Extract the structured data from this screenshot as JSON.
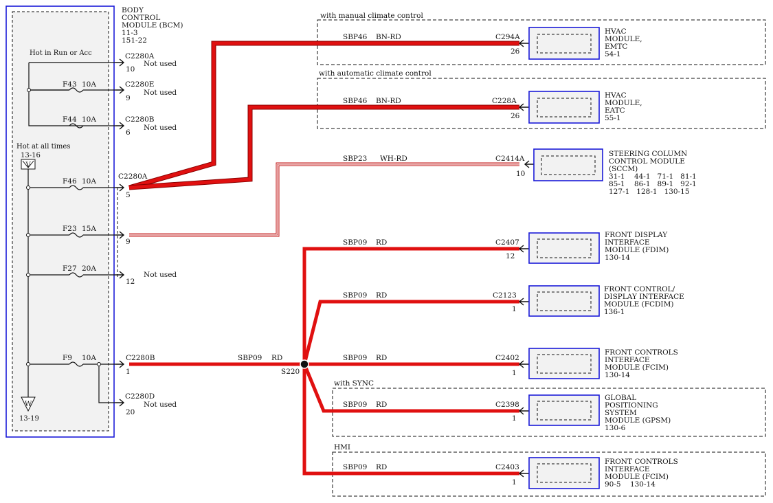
{
  "bcm": {
    "title_lines": [
      "BODY",
      "CONTROL",
      "MODULE (BCM)",
      "11-3",
      "151-22"
    ],
    "hot_run_acc": "Hot in Run or Acc",
    "hot_all_times": "Hot at all times",
    "top_ground_ref": "13-16",
    "top_ground_letter": "V",
    "bottom_ground_ref": "13-19",
    "bottom_ground_letter": "W"
  },
  "fuses": [
    {
      "name": "F43",
      "rating": "10A"
    },
    {
      "name": "F44",
      "rating": "10A"
    },
    {
      "name": "F46",
      "rating": "10A"
    },
    {
      "name": "F23",
      "rating": "15A"
    },
    {
      "name": "F27",
      "rating": "20A"
    },
    {
      "name": "F9",
      "rating": "10A"
    }
  ],
  "bcm_pins": [
    {
      "connector": "C2280A",
      "pin": "10",
      "note": "Not used"
    },
    {
      "connector": "C2280E",
      "pin": "9",
      "note": "Not used"
    },
    {
      "connector": "C2280B",
      "pin": "6",
      "note": "Not used"
    },
    {
      "connector": "C2280A",
      "pin": "5",
      "note": ""
    },
    {
      "connector": "",
      "pin": "9",
      "note": ""
    },
    {
      "connector": "",
      "pin": "12",
      "note": "Not used"
    },
    {
      "connector": "C2280B",
      "pin": "1",
      "note": ""
    },
    {
      "connector": "C2280D",
      "pin": "20",
      "note": "Not used"
    }
  ],
  "splice": {
    "name": "S220",
    "circuit": "SBP09",
    "color": "RD"
  },
  "options": {
    "manual": "with manual climate control",
    "automatic": "with automatic climate control",
    "sync": "with SYNC",
    "hmi": "HMI"
  },
  "branches": [
    {
      "circuit": "SBP46",
      "color": "BN-RD",
      "connector": "C294A",
      "pin": "26",
      "module_lines": [
        "HVAC",
        "MODULE,",
        "EMTC",
        "54-1"
      ]
    },
    {
      "circuit": "SBP46",
      "color": "BN-RD",
      "connector": "C228A",
      "pin": "26",
      "module_lines": [
        "HVAC",
        "MODULE,",
        "EATC",
        "55-1"
      ]
    },
    {
      "circuit": "SBP23",
      "color": "WH-RD",
      "connector": "C2414A",
      "pin": "10",
      "module_lines": [
        "STEERING COLUMN",
        "CONTROL MODULE",
        "(SCCM)",
        "31-1    44-1   71-1   81-1",
        "85-1    86-1   89-1   92-1",
        "127-1   128-1   130-15"
      ]
    },
    {
      "circuit": "SBP09",
      "color": "RD",
      "connector": "C2407",
      "pin": "12",
      "module_lines": [
        "FRONT DISPLAY",
        "INTERFACE",
        "MODULE (FDIM)",
        "130-14"
      ]
    },
    {
      "circuit": "SBP09",
      "color": "RD",
      "connector": "C2123",
      "pin": "1",
      "module_lines": [
        "FRONT CONTROL/",
        "DISPLAY INTERFACE",
        "MODULE (FCDIM)",
        "136-1"
      ]
    },
    {
      "circuit": "SBP09",
      "color": "RD",
      "connector": "C2402",
      "pin": "1",
      "module_lines": [
        "FRONT CONTROLS",
        "INTERFACE",
        "MODULE (FCIM)",
        "130-14"
      ]
    },
    {
      "circuit": "SBP09",
      "color": "RD",
      "connector": "C2398",
      "pin": "1",
      "module_lines": [
        "GLOBAL",
        "POSITIONING",
        "SYSTEM",
        "MODULE (GPSM)",
        "130-6"
      ]
    },
    {
      "circuit": "SBP09",
      "color": "RD",
      "connector": "C2403",
      "pin": "1",
      "module_lines": [
        "FRONT CONTROLS",
        "INTERFACE",
        "MODULE (FCIM)",
        "90-5    130-14"
      ]
    }
  ]
}
